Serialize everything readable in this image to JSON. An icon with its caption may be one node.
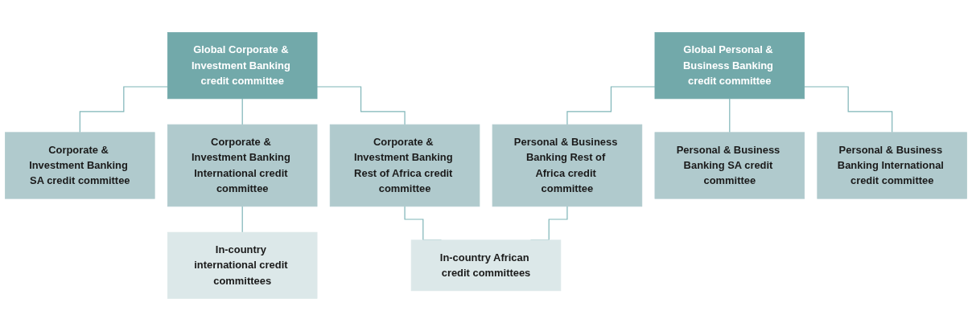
{
  "diagram": {
    "nodes": [
      {
        "text": [
          "Global Corporate & Investment Banking credit committee"
        ]
      },
      {
        "text": [
          "Global Personal & Business Banking credit committee"
        ]
      },
      {
        "text": [
          "Corporate & Investment Banking SA credit committee"
        ]
      },
      {
        "text": [
          "Corporate & Investment Banking International credit committee"
        ]
      },
      {
        "text": [
          "Corporate & Investment Banking Rest of Africa credit committee"
        ]
      },
      {
        "text": [
          "Personal & Business Banking Rest of Africa credit committee"
        ]
      },
      {
        "text": [
          "Personal & Business Banking SA credit committee"
        ]
      },
      {
        "text": [
          "Personal & Business Banking International credit committee"
        ]
      },
      {
        "text": [
          "In-country international credit committees"
        ]
      },
      {
        "text": [
          "In-country African credit committees"
        ]
      }
    ],
    "edges": [
      {
        "from": 0,
        "to": 2,
        "arrow": "none"
      },
      {
        "from": 0,
        "to": 3,
        "arrow": "none"
      },
      {
        "from": 0,
        "to": 4,
        "arrow": "none"
      },
      {
        "from": 1,
        "to": 5,
        "arrow": "none"
      },
      {
        "from": 1,
        "to": 6,
        "arrow": "none"
      },
      {
        "from": 1,
        "to": 7,
        "arrow": "none"
      },
      {
        "from": 3,
        "to": 8,
        "arrow": "none"
      },
      {
        "from": 4,
        "to": 9,
        "arrow": "none"
      },
      {
        "from": 5,
        "to": 9,
        "arrow": "none"
      }
    ]
  }
}
